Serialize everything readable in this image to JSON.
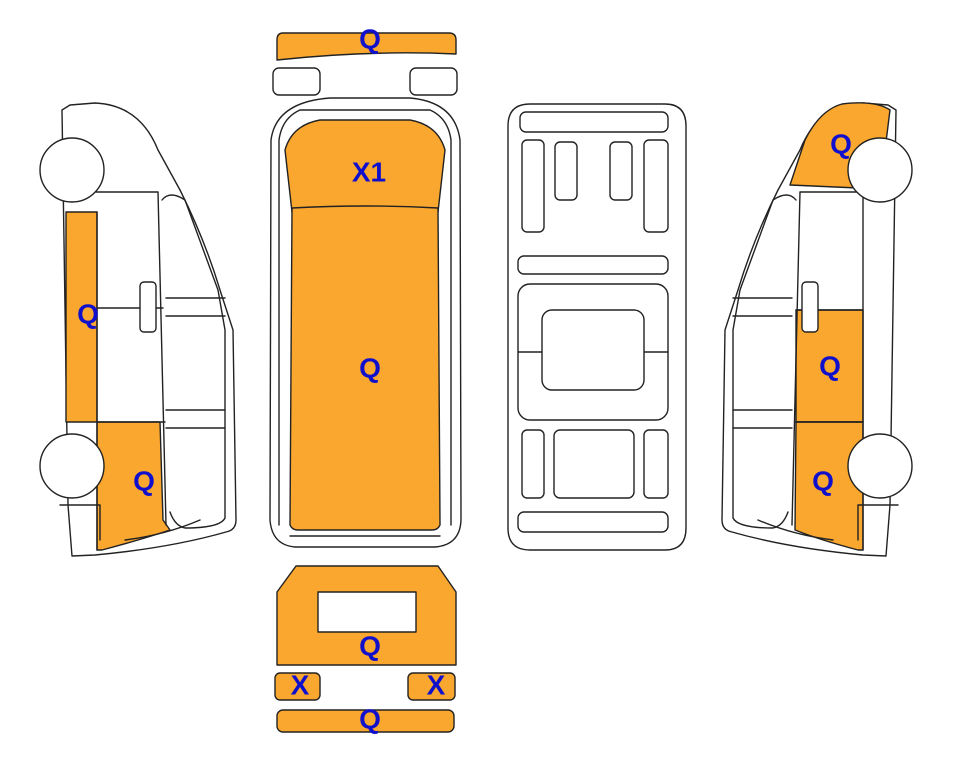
{
  "colors": {
    "damage_fill": "#FAA72F",
    "label_color": "#1010CC",
    "outline": "#222222",
    "background": "#FFFFFF"
  },
  "labels": {
    "roof_front_bumper": "Q",
    "hood_panel": "X1",
    "roof_main": "Q",
    "left_side_middle": "Q",
    "left_side_rear": "Q",
    "right_side_front": "Q",
    "right_side_middle": "Q",
    "right_side_rear": "Q",
    "rear_door_panel": "Q",
    "rear_light_left": "X",
    "rear_light_right": "X",
    "rear_bumper": "Q"
  }
}
